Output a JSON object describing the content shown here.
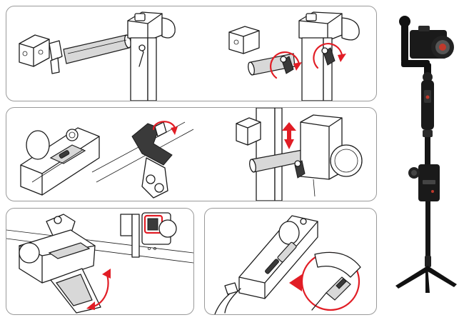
{
  "colors": {
    "outline": "#1c1c1c",
    "panel_border": "#9a9a9a",
    "accent_red": "#e11d25",
    "product_dark": "#1a1a1a"
  },
  "panels": [
    {
      "id": "clamp-attach-rod"
    },
    {
      "id": "clamp-mount-controller"
    },
    {
      "id": "controller-hand-mount"
    },
    {
      "id": "remote-cable-connect"
    }
  ],
  "icons": [
    "clockwise-rotate-arrow-icon",
    "up-arrow-icon",
    "arrowhead-icon",
    "pointer-triangle-icon"
  ]
}
